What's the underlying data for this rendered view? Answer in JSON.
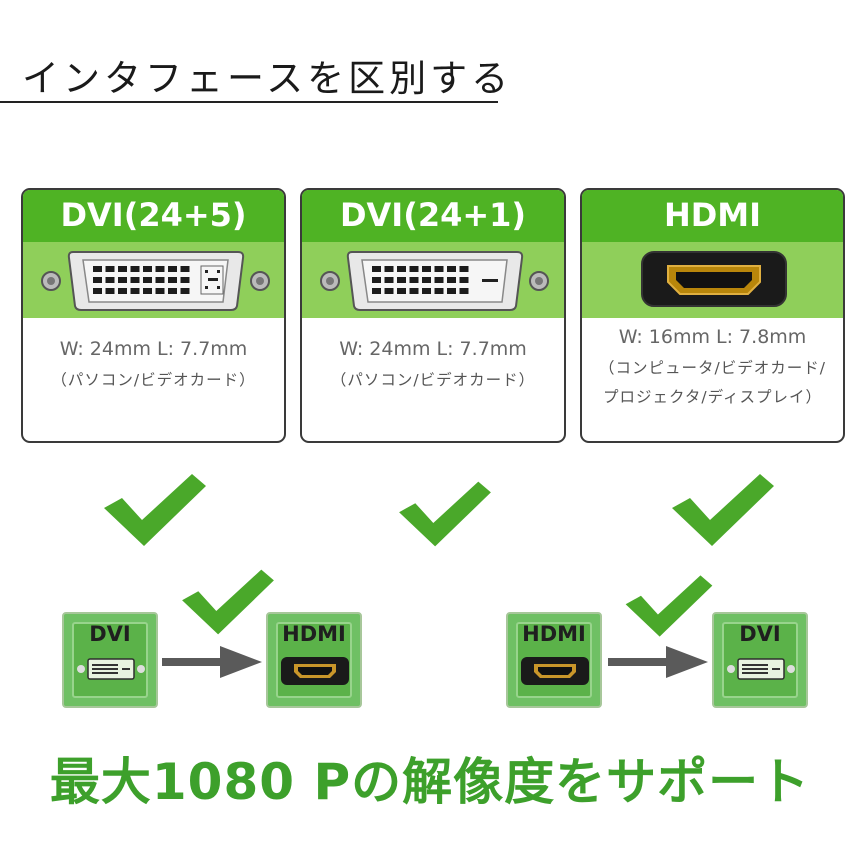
{
  "title": "インタフェースを区別する",
  "cards": [
    {
      "name": "DVI(24+5)",
      "dims": "W: 24mm  L: 7.7mm",
      "use": "（パソコン/ビデオカード）"
    },
    {
      "name": "DVI(24+1)",
      "dims": "W: 24mm  L: 7.7mm",
      "use": "（パソコン/ビデオカード）"
    },
    {
      "name": "HDMI",
      "dims": "W: 16mm  L: 7.8mm",
      "use_line1": "（コンピュータ/ビデオカード/",
      "use_line2": "プロジェクタ/ディスプレイ）"
    }
  ],
  "conversions": [
    {
      "from": "DVI",
      "to": "HDMI"
    },
    {
      "from": "HDMI",
      "to": "DVI"
    }
  ],
  "slogan": "最大1080 Pの解像度をサポート",
  "colors": {
    "green_band": "#4fb324",
    "green_light": "#8fcf5a",
    "check": "#4aa82a",
    "slogan": "#3da02b"
  },
  "icons": [
    "dvi-port-icon",
    "hdmi-port-icon",
    "check-icon",
    "arrow-right-icon"
  ]
}
